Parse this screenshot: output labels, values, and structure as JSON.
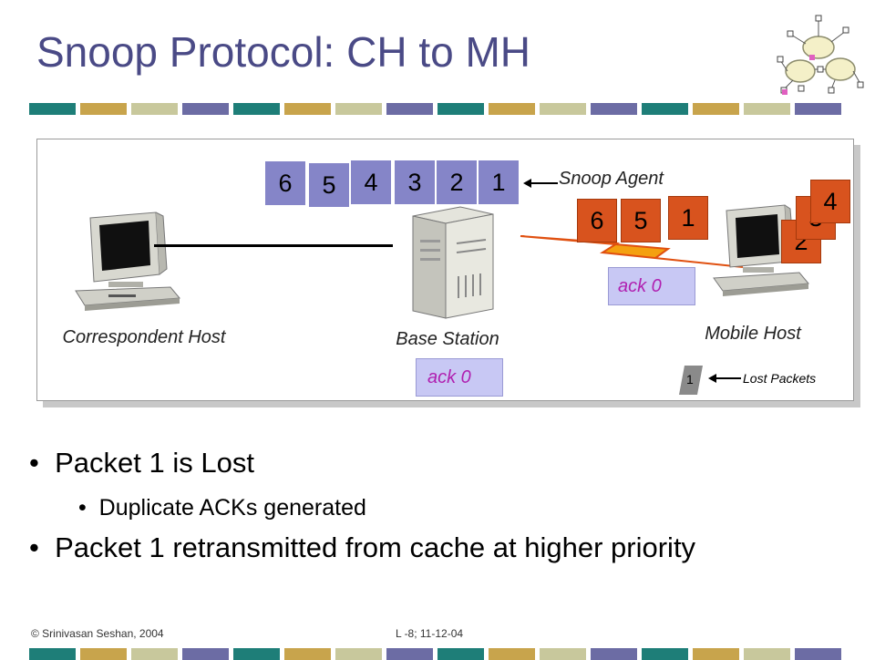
{
  "title": "Snoop Protocol: CH to MH",
  "colors": {
    "teal": "#1e7e78",
    "gold": "#c8a44c",
    "sage": "#c8c89c",
    "slate": "#6c6ca4",
    "packet_bs": "#8585c8",
    "packet_mh": "#d8531e",
    "ack_bg": "#c8c8f4",
    "ack_text": "#b020b0"
  },
  "diagram": {
    "bs_packets": [
      "6",
      "5",
      "4",
      "3",
      "2",
      "1"
    ],
    "snoop_agent_label": "Snoop Agent",
    "in_flight_packets": [
      "6",
      "5",
      "1"
    ],
    "mobile_stack": [
      "2",
      "3",
      "4"
    ],
    "correspondent_label": "Correspondent Host",
    "base_station_label": "Base Station",
    "mobile_host_label": "Mobile Host",
    "ack_wireless": "ack 0",
    "ack_base": "ack 0",
    "lost_packet": "1",
    "lost_label": "Lost Packets"
  },
  "bullets": {
    "b1": "Packet 1 is Lost",
    "b1_sub": "Duplicate ACKs generated",
    "b2": "Packet 1 retransmitted from cache at higher priority"
  },
  "footer": {
    "left": "© Srinivasan Seshan, 2004",
    "center": "L -8; 11-12-04"
  },
  "icons": [
    "network-logo-icon",
    "correspondent-computer-icon",
    "base-station-server-icon",
    "wireless-link-icon",
    "mobile-computer-icon"
  ]
}
